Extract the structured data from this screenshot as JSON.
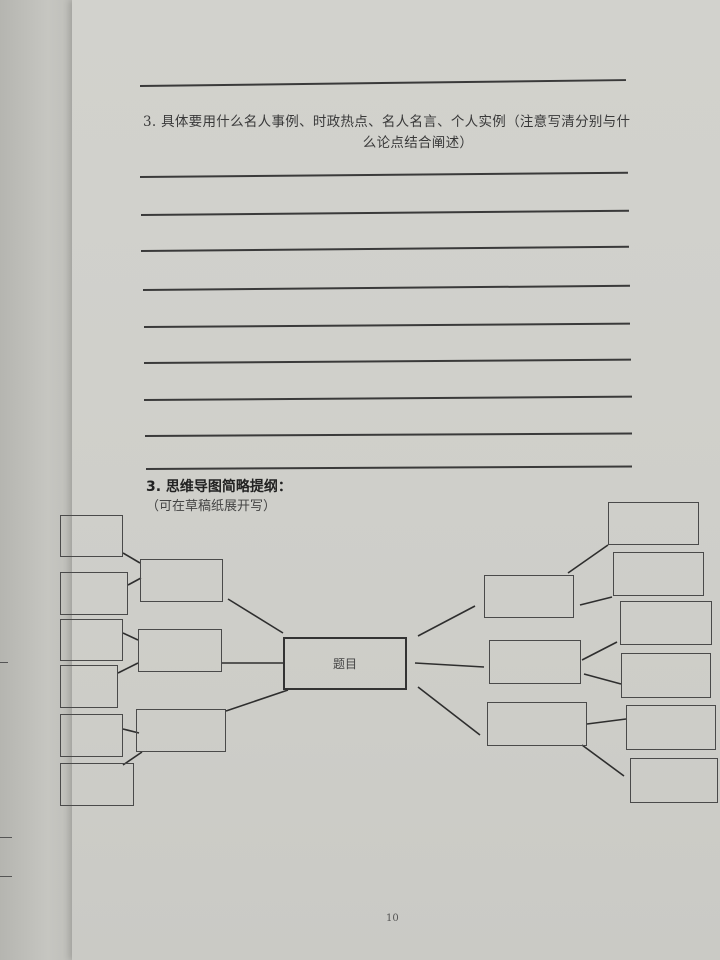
{
  "question": {
    "line1": "3. 具体要用什么名人事例、时政热点、名人名言、个人实例（注意写清分别与什",
    "line2": "么论点结合阐述）"
  },
  "mind_map_section": {
    "title": "3. 思维导图简略提纲：",
    "subtitle": "（可在草稿纸展开写）",
    "center_label": "题目"
  },
  "footer": {
    "page_number": "10"
  },
  "colors": {
    "paper": "#d0d0cb",
    "ink": "#3a3a3a"
  }
}
